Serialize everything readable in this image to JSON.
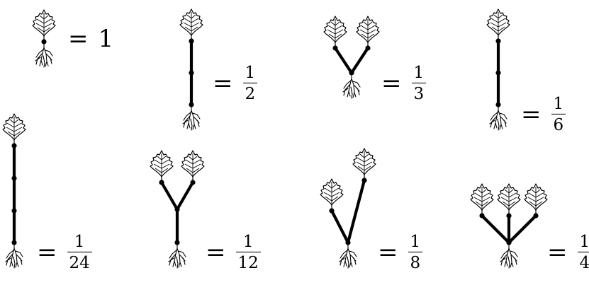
{
  "colors": {
    "ink": "#000000",
    "background": "#ffffff"
  },
  "trees": [
    {
      "name": "single-root-leaf",
      "equals": "=",
      "value": "1",
      "numerator": "",
      "denominator": ""
    },
    {
      "name": "one-edge-path",
      "equals": "=",
      "value": "",
      "numerator": "1",
      "denominator": "2"
    },
    {
      "name": "cherry",
      "equals": "=",
      "value": "",
      "numerator": "1",
      "denominator": "3"
    },
    {
      "name": "two-edge-path",
      "equals": "=",
      "value": "",
      "numerator": "1",
      "denominator": "6"
    },
    {
      "name": "three-edge-path",
      "equals": "=",
      "value": "",
      "numerator": "1",
      "denominator": "24"
    },
    {
      "name": "cherry-on-stem",
      "equals": "=",
      "value": "",
      "numerator": "1",
      "denominator": "12"
    },
    {
      "name": "asymmetric-cherry",
      "equals": "=",
      "value": "",
      "numerator": "1",
      "denominator": "8"
    },
    {
      "name": "three-leaf-star",
      "equals": "=",
      "value": "",
      "numerator": "1",
      "denominator": "4"
    }
  ]
}
